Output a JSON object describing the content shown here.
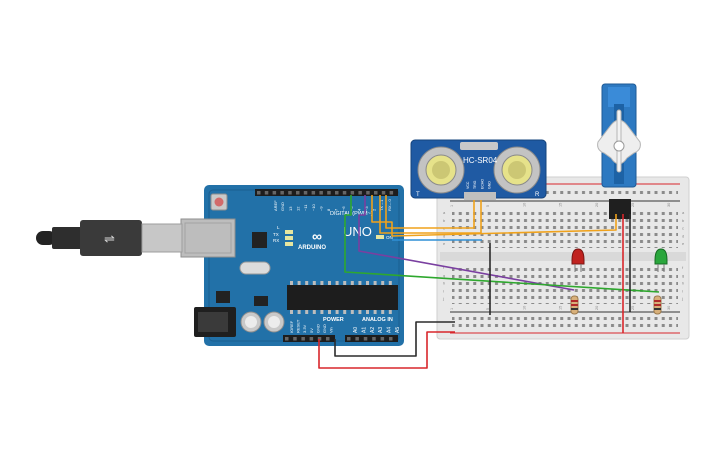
{
  "arduino": {
    "brand": "ARDUINO",
    "model": "UNO",
    "digital_header": "DIGITAL (PWM~)",
    "analog_header": "ANALOG IN",
    "power_header": "POWER",
    "tx_label": "TX",
    "rx_label": "RX",
    "l_label": "L",
    "on_label": "ON",
    "aref_label": "AREF",
    "gnd_label": "GND",
    "digital_pins": [
      "13",
      "12",
      "~11",
      "~10",
      "~9",
      "8",
      "7",
      "~6",
      "~5",
      "4",
      "~3",
      "2",
      "TX→1",
      "RX←0"
    ],
    "analog_pins": [
      "A0",
      "A1",
      "A2",
      "A3",
      "A4",
      "A5"
    ],
    "power_pins": [
      "IOREF",
      "RESET",
      "3.3V",
      "5V",
      "GND",
      "GND",
      "Vin"
    ]
  },
  "sensor": {
    "name": "HC-SR04",
    "pins": [
      "VCC",
      "TRIG",
      "ECHO",
      "GND"
    ],
    "left_mark": "T",
    "right_mark": "R"
  },
  "breadboard": {
    "column_numbers": [
      "1",
      "5",
      "10",
      "15",
      "20",
      "25",
      "30"
    ],
    "row_letters": [
      "a",
      "b",
      "c",
      "d",
      "e",
      "f",
      "g",
      "h",
      "i",
      "j"
    ]
  },
  "colors": {
    "board": "#2271a8",
    "wire_orange": "#f0a21b",
    "wire_purple": "#7a3fa0",
    "wire_green": "#2ea82e",
    "wire_black": "#2b2b2b",
    "wire_red": "#d8262b",
    "wire_blue": "#2f8fd6",
    "led_red": "#c0221f",
    "led_green": "#2aa63c"
  }
}
